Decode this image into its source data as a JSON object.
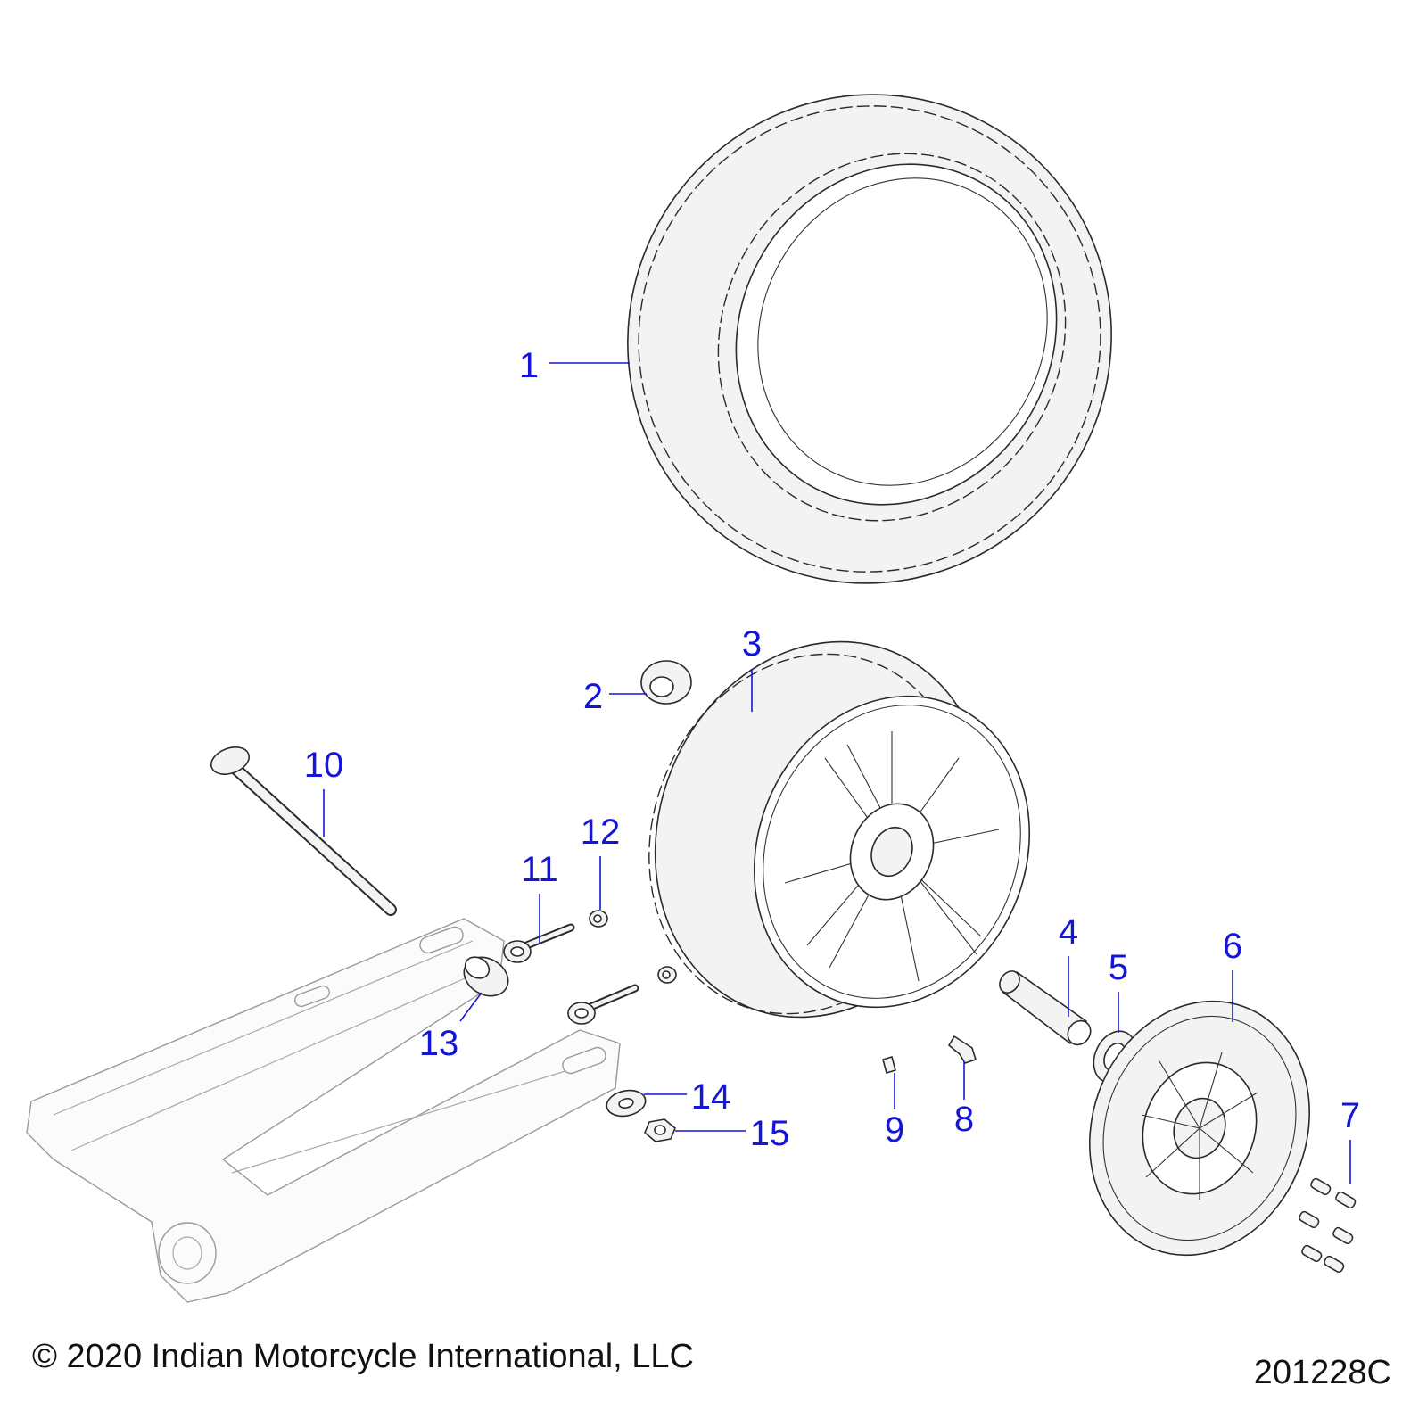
{
  "callouts": [
    {
      "label": "1"
    },
    {
      "label": "2"
    },
    {
      "label": "3"
    },
    {
      "label": "4"
    },
    {
      "label": "5"
    },
    {
      "label": "6"
    },
    {
      "label": "7"
    },
    {
      "label": "8"
    },
    {
      "label": "9"
    },
    {
      "label": "10"
    },
    {
      "label": "11"
    },
    {
      "label": "12"
    },
    {
      "label": "13"
    },
    {
      "label": "14"
    },
    {
      "label": "15"
    }
  ],
  "footer": {
    "copyright": "© 2020 Indian Motorcycle International, LLC",
    "diagram_id": "201228C"
  },
  "colors": {
    "callout": "#1515d8",
    "line_art": "#2a2a2a",
    "ghost_art": "#9a9a9a",
    "background": "#ffffff"
  }
}
